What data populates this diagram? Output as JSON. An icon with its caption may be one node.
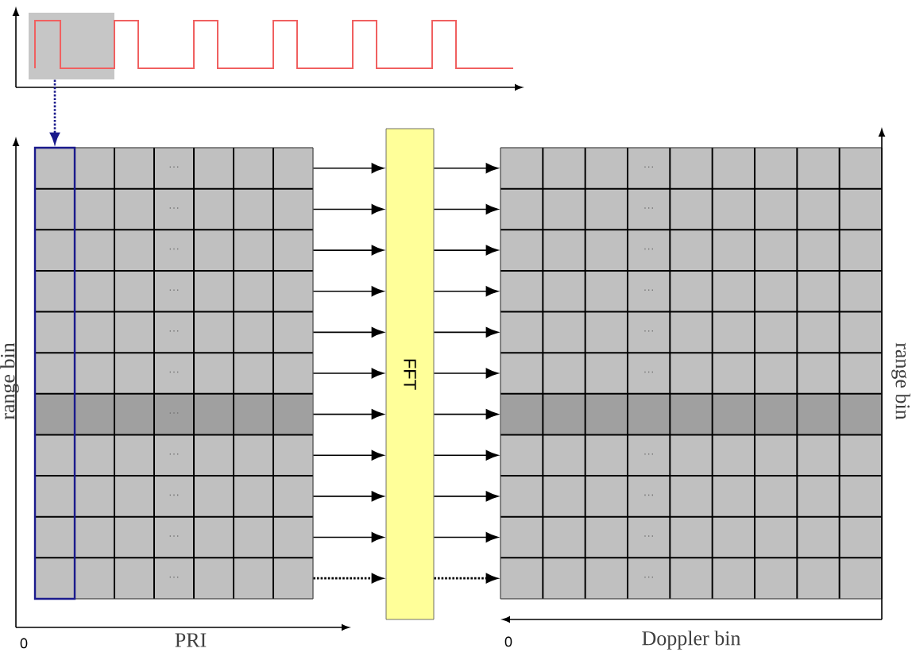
{
  "diagram": {
    "nodes": [
      {
        "text": [],
        "shape": "box"
      },
      {
        "text": [],
        "shape": "box"
      },
      {
        "text": [],
        "shape": "box",
        "in": 1
      },
      {
        "text": [
          "FFT"
        ]
      },
      {
        "text": [],
        "shape": "box"
      }
    ],
    "edges": [
      {
        "from": 0,
        "to": 2,
        "arrow": "to",
        "style": "dashed",
        "color": "#1a1a8c"
      },
      {
        "from": 1,
        "to": 3,
        "arrow": "to"
      },
      {
        "from": 1,
        "to": 3,
        "arrow": "to"
      },
      {
        "from": 1,
        "to": 3,
        "arrow": "to"
      },
      {
        "from": 1,
        "to": 3,
        "arrow": "to"
      },
      {
        "from": 1,
        "to": 3,
        "arrow": "to"
      },
      {
        "from": 1,
        "to": 3,
        "arrow": "to"
      },
      {
        "from": 1,
        "to": 3,
        "arrow": "to"
      },
      {
        "from": 1,
        "to": 3,
        "arrow": "to"
      },
      {
        "from": 1,
        "to": 3,
        "arrow": "to"
      },
      {
        "from": 1,
        "to": 3,
        "arrow": "to"
      },
      {
        "from": 1,
        "to": 3,
        "arrow": "to",
        "style": "dashed"
      },
      {
        "from": 3,
        "to": 4,
        "arrow": "to"
      },
      {
        "from": 3,
        "to": 4,
        "arrow": "to"
      },
      {
        "from": 3,
        "to": 4,
        "arrow": "to"
      },
      {
        "from": 3,
        "to": 4,
        "arrow": "to"
      },
      {
        "from": 3,
        "to": 4,
        "arrow": "to"
      },
      {
        "from": 3,
        "to": 4,
        "arrow": "to"
      },
      {
        "from": 3,
        "to": 4,
        "arrow": "to"
      },
      {
        "from": 3,
        "to": 4,
        "arrow": "to"
      },
      {
        "from": 3,
        "to": 4,
        "arrow": "to"
      },
      {
        "from": 3,
        "to": 4,
        "arrow": "to"
      },
      {
        "from": 3,
        "to": 4,
        "arrow": "to",
        "style": "dashed"
      }
    ],
    "labels": [
      "0",
      "PRI",
      "range bin",
      "0",
      "Doppler bin",
      "range bin",
      "···",
      "···",
      "···",
      "···",
      "···",
      "···",
      "···",
      "···",
      "···",
      "···",
      "···",
      "···",
      "···",
      "···",
      "···",
      "···",
      "···",
      "···",
      "···",
      "···",
      "···"
    ]
  }
}
